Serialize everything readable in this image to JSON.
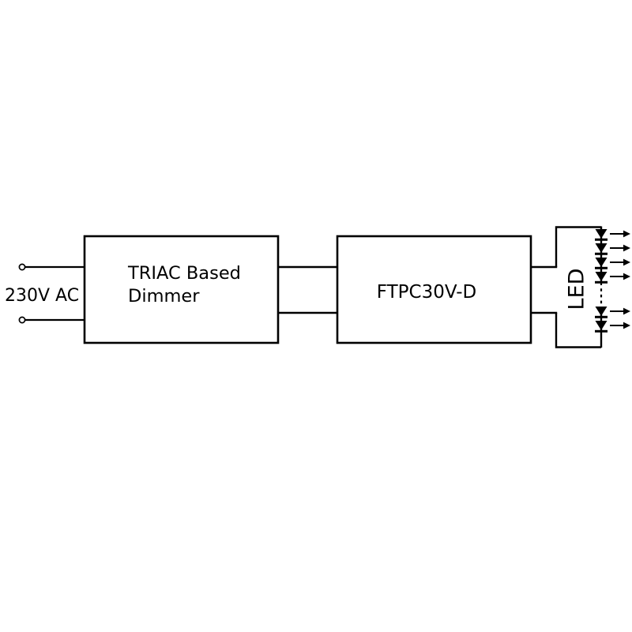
{
  "colors": {
    "background": "#ffffff",
    "line": "#000000",
    "text": "#000000"
  },
  "source": {
    "label": "230V AC",
    "terminal_count": 2
  },
  "blocks": {
    "dimmer": {
      "label_line1": "TRIAC Based",
      "label_line2": "Dimmer"
    },
    "driver": {
      "label": "FTPC30V-D"
    },
    "led": {
      "label": "LED"
    }
  },
  "led_chain": {
    "diodes_shown": 6,
    "top_group": 4,
    "bottom_group": 2,
    "emission_arrows": 6,
    "continuation": "dashed"
  }
}
